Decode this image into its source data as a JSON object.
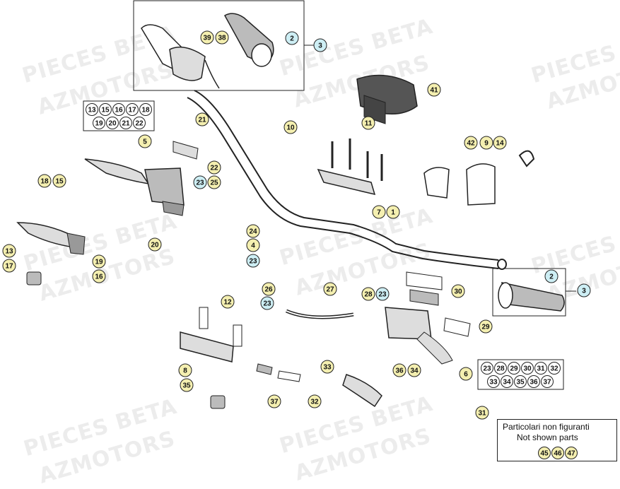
{
  "watermark": {
    "line1": "PIECES BETA",
    "line2": "AZMOTORS"
  },
  "colors": {
    "callout_fill": "#f4efb0",
    "callout_fill_cyan": "#cdeef4",
    "outline": "#222222"
  },
  "callouts": [
    {
      "label": "39",
      "style": "yellow"
    },
    {
      "label": "38",
      "style": "yellow"
    },
    {
      "label": "2",
      "style": "cyan"
    },
    {
      "label": "3",
      "style": "cyan"
    },
    {
      "label": "41",
      "style": "yellow"
    },
    {
      "label": "10",
      "style": "yellow"
    },
    {
      "label": "21",
      "style": "yellow"
    },
    {
      "label": "11",
      "style": "yellow"
    },
    {
      "label": "5",
      "style": "yellow"
    },
    {
      "label": "42",
      "style": "yellow"
    },
    {
      "label": "9",
      "style": "yellow"
    },
    {
      "label": "14",
      "style": "yellow"
    },
    {
      "label": "22",
      "style": "yellow"
    },
    {
      "label": "23",
      "style": "cyan"
    },
    {
      "label": "25",
      "style": "yellow"
    },
    {
      "label": "18",
      "style": "yellow"
    },
    {
      "label": "15",
      "style": "yellow"
    },
    {
      "label": "7",
      "style": "yellow"
    },
    {
      "label": "1",
      "style": "yellow"
    },
    {
      "label": "24",
      "style": "yellow"
    },
    {
      "label": "20",
      "style": "yellow"
    },
    {
      "label": "4",
      "style": "yellow"
    },
    {
      "label": "13",
      "style": "yellow"
    },
    {
      "label": "23",
      "style": "cyan"
    },
    {
      "label": "19",
      "style": "yellow"
    },
    {
      "label": "17",
      "style": "yellow"
    },
    {
      "label": "16",
      "style": "yellow"
    },
    {
      "label": "2",
      "style": "cyan"
    },
    {
      "label": "3",
      "style": "cyan"
    },
    {
      "label": "26",
      "style": "yellow"
    },
    {
      "label": "27",
      "style": "yellow"
    },
    {
      "label": "28",
      "style": "yellow"
    },
    {
      "label": "23",
      "style": "cyan"
    },
    {
      "label": "30",
      "style": "yellow"
    },
    {
      "label": "12",
      "style": "yellow"
    },
    {
      "label": "23",
      "style": "cyan"
    },
    {
      "label": "29",
      "style": "yellow"
    },
    {
      "label": "6",
      "style": "yellow"
    },
    {
      "label": "8",
      "style": "yellow"
    },
    {
      "label": "33",
      "style": "yellow"
    },
    {
      "label": "36",
      "style": "yellow"
    },
    {
      "label": "34",
      "style": "yellow"
    },
    {
      "label": "35",
      "style": "yellow"
    },
    {
      "label": "37",
      "style": "yellow"
    },
    {
      "label": "32",
      "style": "yellow"
    },
    {
      "label": "31",
      "style": "yellow"
    }
  ],
  "group_left": {
    "row1": [
      "13",
      "15",
      "16",
      "17",
      "18"
    ],
    "row2": [
      "19",
      "20",
      "21",
      "22"
    ]
  },
  "group_right": {
    "row1": [
      "23",
      "28",
      "29",
      "30",
      "31",
      "32"
    ],
    "row2": [
      "33",
      "34",
      "35",
      "36",
      "37"
    ]
  },
  "legend": {
    "line1": "Particolari non figuranti",
    "line2": "Not shown parts",
    "items": [
      "45",
      "46",
      "47"
    ]
  }
}
